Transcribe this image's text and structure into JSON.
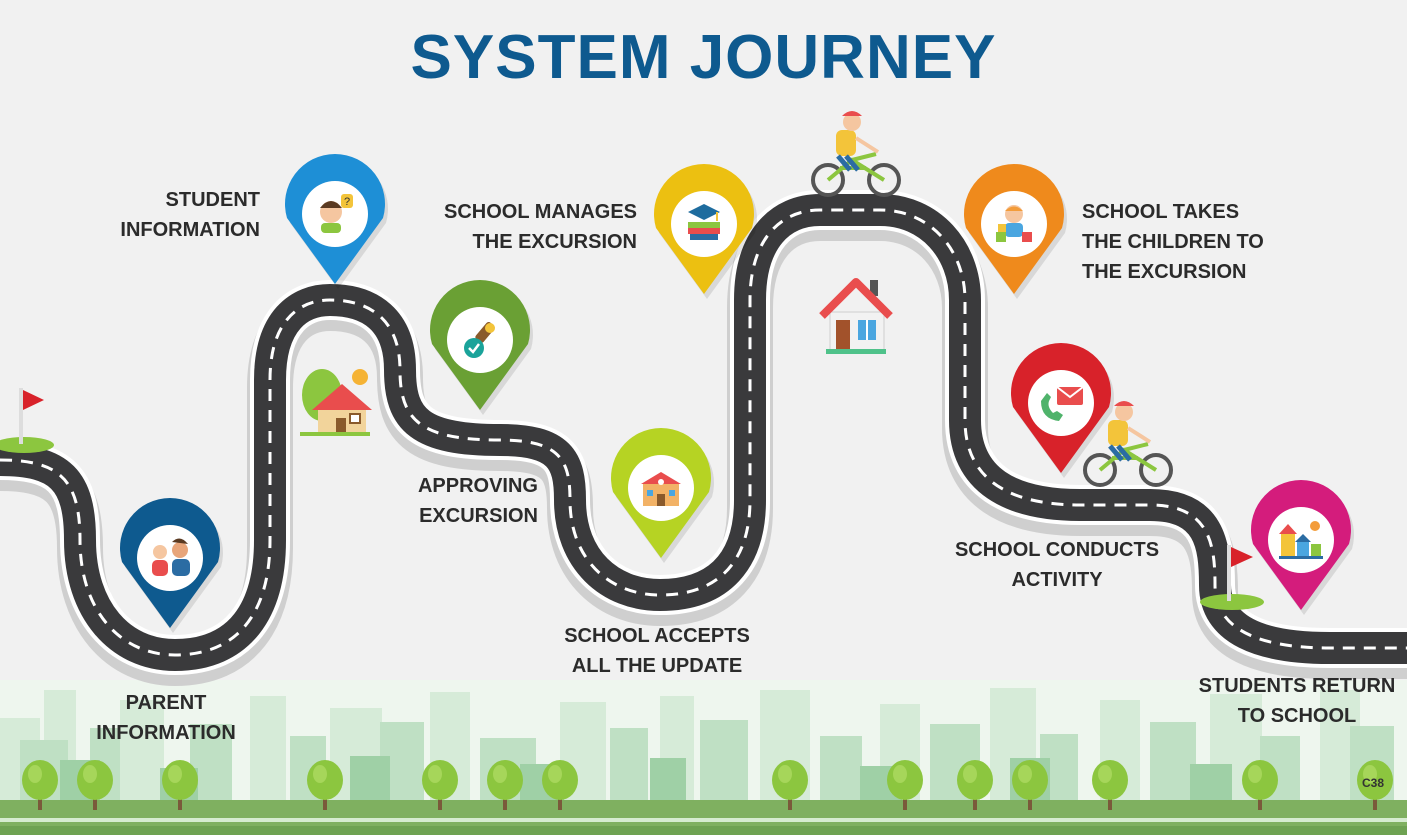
{
  "title": "SYSTEM JOURNEY",
  "code": "C38",
  "steps": [
    {
      "label": "PARENT INFORMATION",
      "line1": "PARENT",
      "line2": "INFORMATION",
      "color": "#0e5a8f",
      "icon": "family-icon"
    },
    {
      "label": "STUDENT INFORMATION",
      "line1": "STUDENT",
      "line2": "INFORMATION",
      "color": "#1e8fd6",
      "icon": "student-question-icon"
    },
    {
      "label": "APPROVING EXCURSION",
      "line1": "APPROVING",
      "line2": "EXCURSION",
      "color": "#6aa034",
      "icon": "approval-stamp-icon"
    },
    {
      "label": "SCHOOL MANAGES THE EXCURSION",
      "line1": "SCHOOL MANAGES",
      "line2": "THE EXCURSION",
      "color": "#ecc011",
      "icon": "graduation-books-icon"
    },
    {
      "label": "SCHOOL ACCEPTS ALL THE UPDATE",
      "line1": "SCHOOL ACCEPTS",
      "line2": "ALL THE UPDATE",
      "color": "#b6d323",
      "icon": "school-building-icon"
    },
    {
      "label": "SCHOOL TAKES THE CHILDREN TO THE EXCURSION",
      "line1": "SCHOOL TAKES",
      "line2": "THE CHILDREN TO",
      "line3": "THE EXCURSION",
      "color": "#ef8a1c",
      "icon": "child-playing-icon"
    },
    {
      "label": "SCHOOL CONDUCTS ACTIVITY",
      "line1": "SCHOOL CONDUCTS",
      "line2": "ACTIVITY",
      "color": "#d8222a",
      "icon": "mail-phone-icon"
    },
    {
      "label": "STUDENTS RETURN TO SCHOOL",
      "line1": "STUDENTS RETURN",
      "line2": "TO SCHOOL",
      "color": "#d41c7c",
      "icon": "school-neighborhood-icon"
    }
  ]
}
